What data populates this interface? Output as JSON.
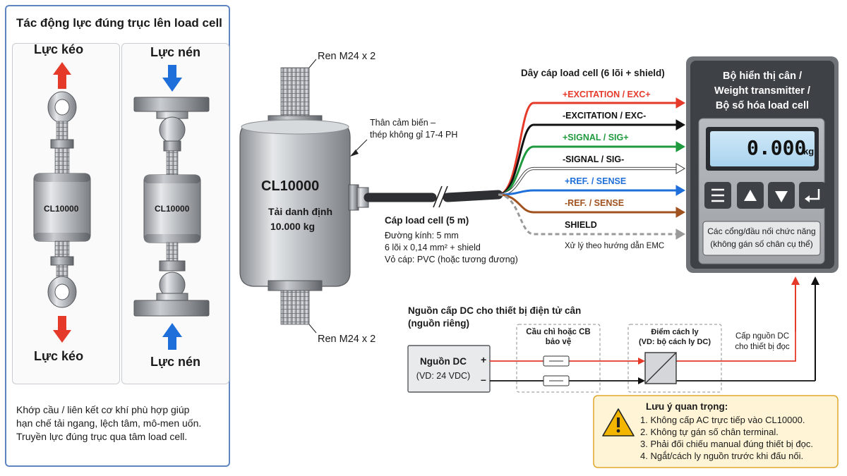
{
  "left_panel": {
    "title": "Tác động lực đúng trục lên load cell",
    "tension_top_label": "Lực kéo",
    "tension_bottom_label": "Lực kéo",
    "compression_top_label": "Lực nén",
    "compression_bottom_label": "Lực nén",
    "cell_label_left": "CL10000",
    "cell_label_right": "CL10000",
    "footnote": [
      "Khớp cầu / liên kết cơ khí phù hợp giúp",
      "hạn chế tải ngang, lệch tâm, mô-men uốn.",
      "Truyền lực đúng trục qua tâm load cell."
    ]
  },
  "sensor": {
    "thread_top": "Ren M24 x 2",
    "thread_bottom": "Ren M24 x 2",
    "body_note": [
      "Thân cảm biến –",
      "thép không gỉ 17-4 PH"
    ],
    "model": "CL10000",
    "rated_load_label": "Tải danh định",
    "rated_load_value": "10.000 kg"
  },
  "cable": {
    "title": "Cáp load cell (5 m)",
    "specs": [
      "Đường kính: 5 mm",
      "6 lõi x 0,14 mm² + shield",
      "Vỏ cáp: PVC (hoặc tương đương)"
    ],
    "wires_title": "Dây cáp load cell (6 lõi + shield)",
    "wires": [
      {
        "label": "+EXCITATION / EXC+",
        "color": "#e53a2a"
      },
      {
        "label": "-EXCITATION / EXC-",
        "color": "#111111"
      },
      {
        "label": "+SIGNAL / SIG+",
        "color": "#1f9a3e"
      },
      {
        "label": "-SIGNAL / SIG-",
        "color": "#ffffff"
      },
      {
        "label": "+REF. / SENSE",
        "color": "#1e6fd9"
      },
      {
        "label": "-REF. / SENSE",
        "color": "#a0521f"
      },
      {
        "label": "SHIELD",
        "color": "#9a9a9a"
      }
    ],
    "emc_note": "Xử lý theo hướng dẫn EMC"
  },
  "device": {
    "title": [
      "Bộ hiển thị cân /",
      "Weight transmitter /",
      "Bộ số hóa load cell"
    ],
    "display_value": "0.000",
    "display_unit": "kg",
    "buttons": [
      "menu-icon",
      "up-arrow-icon",
      "down-arrow-icon",
      "enter-icon"
    ],
    "ports_label": [
      "Các cổng/đầu nối chức năng",
      "(không gán số chân cụ thể)"
    ]
  },
  "power": {
    "title": [
      "Nguồn cấp DC cho thiết bị điện tử cân",
      "(nguồn riêng)"
    ],
    "source_label": "Nguồn DC",
    "source_value": "(VD: 24 VDC)",
    "plus": "+",
    "minus": "–",
    "fuse_title": [
      "Cầu chì hoặc CB",
      "bảo vệ"
    ],
    "isolation_title": [
      "Điểm cách ly",
      "(VD: bộ cách ly DC)"
    ],
    "supply_note": [
      "Cấp nguồn DC",
      "cho thiết bị đọc"
    ]
  },
  "warning": {
    "title": "Lưu ý quan trọng:",
    "items": [
      "1.  Không cấp AC trực tiếp vào CL10000.",
      "2.  Không tự gán số chân terminal.",
      "3.  Phải đối chiếu manual đúng thiết bị đọc.",
      "4.  Ngắt/cách ly nguồn trước khi đấu nối."
    ],
    "colors": {
      "border": "#e0a52b",
      "background": "#fff5d6"
    }
  }
}
